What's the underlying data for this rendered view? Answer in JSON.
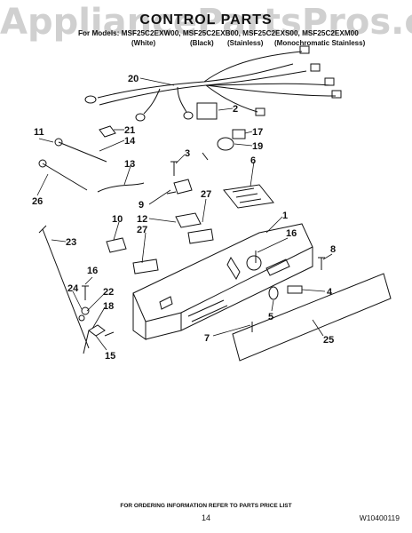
{
  "watermark": "AppliancePartsPros.com",
  "title": "CONTROL PARTS",
  "models": "For Models: MSF25C2EXW00, MSF25C2EXB00, MSF25C2EXS00, MSF25C2EXM00",
  "variants": [
    "(White)",
    "(Black)",
    "(Stainless)",
    "(Monochromatic Stainless)"
  ],
  "callouts": [
    "20",
    "2",
    "21",
    "14",
    "11",
    "17",
    "19",
    "3",
    "13",
    "6",
    "26",
    "9",
    "27",
    "1",
    "10",
    "12",
    "16",
    "27",
    "23",
    "8",
    "16",
    "4",
    "24",
    "22",
    "18",
    "5",
    "7",
    "25",
    "15"
  ],
  "footer_note": "FOR ORDERING INFORMATION REFER TO PARTS PRICE LIST",
  "page_number": "14",
  "doc_id": "W10400119"
}
